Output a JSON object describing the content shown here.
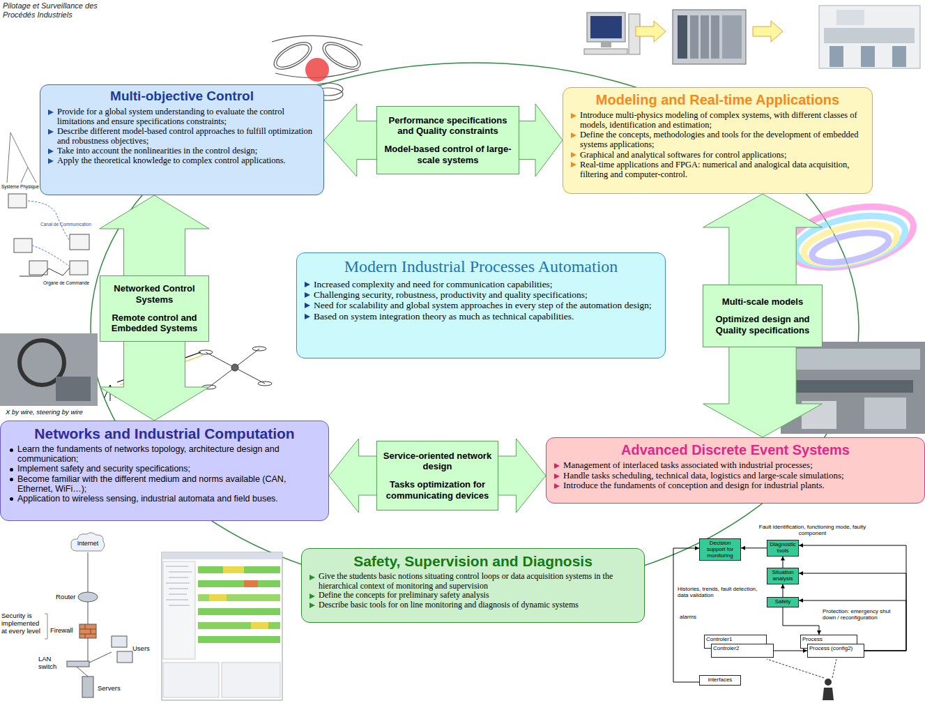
{
  "diagram": {
    "title": "Pilotage et Surveillance des Procédés Industriels",
    "nodes": [
      {
        "text": [
          "Multi-objective Control",
          "Provide for a global system understanding to evaluate the control limitations and ensure specifications constraints;",
          "Describe different model-based control approaches to fulfill optimization and robustness objectives;",
          "Take into account the nonlinearities in the control design;",
          "Apply the theoretical knowledge to complex control applications."
        ]
      },
      {
        "text": [
          "Modeling and Real-time Applications",
          "Introduce multi-physics modeling of complex systems, with different classes of models, identification and estimation;",
          "Define the concepts, methodologies and tools for the development of embedded systems applications;",
          "Graphical and analytical softwares for control applications;",
          "Real-time applications and FPGA: numerical and analogical data acquisition, filtering and computer-control."
        ]
      },
      {
        "text": [
          "Performance specifications and Quality constraints",
          "Model-based control of large-scale systems"
        ]
      },
      {
        "text": [
          "Modern Industrial Processes Automation",
          "Increased complexity and need for communication capabilities;",
          "Challenging security, robustness, productivity and quality specifications;",
          "Need for scalability and global system approaches in every step of the automation design;",
          "Based on system integration theory as much as technical capabilities."
        ]
      },
      {
        "text": [
          "Networked Control Systems",
          "Remote control and Embedded Systems"
        ]
      },
      {
        "text": [
          "Multi-scale models",
          "Optimized design and Quality specifications"
        ]
      },
      {
        "text": [
          "Networks and Industrial Computation",
          "Learn the fundaments of networks topology, architecture design and communication;",
          "Implement safety and security specifications;",
          "Become familiar with the different medium and norms available (CAN, Ethernet, WiFi…);",
          "Application to wireless sensing, industrial automata and field buses."
        ]
      },
      {
        "text": [
          "Service-oriented network design",
          "Tasks optimization for communicating devices"
        ]
      },
      {
        "text": [
          "Advanced Discrete Event Systems",
          "Management of interlaced tasks associated with industrial processes;",
          "Handle tasks scheduling, technical data, logistics and large-scale simulations;",
          "Introduce the fundaments of conception and design for industrial plants."
        ]
      },
      {
        "text": [
          "Safety, Supervision and Diagnosis",
          "Give the students basic notions situating control loops or data acquisition systems in the hierarchical context of monitoring and supervision",
          "Define the concepts for preliminary safety analysis",
          "Describe basic tools for on line monitoring and diagnosis of dynamic systems"
        ]
      },
      {
        "text": [
          "Decision support for monitoring"
        ]
      },
      {
        "text": [
          "Diagnostic tools"
        ]
      },
      {
        "text": [
          "Situation analysis"
        ]
      },
      {
        "text": [
          "Safety"
        ]
      },
      {
        "text": [
          "Controler1"
        ]
      },
      {
        "text": [
          "Controler2"
        ]
      },
      {
        "text": [
          "Process"
        ]
      },
      {
        "text": [
          "Process (config2)"
        ]
      },
      {
        "text": [
          "interfaces"
        ]
      },
      {
        "text": [
          "Internet"
        ]
      }
    ],
    "edges": [
      {
        "from": 2,
        "to": 0,
        "arrow": "to"
      },
      {
        "from": 2,
        "to": 1,
        "arrow": "to"
      },
      {
        "from": 4,
        "to": 0,
        "arrow": "to"
      },
      {
        "from": 4,
        "to": 6,
        "arrow": "to"
      },
      {
        "from": 5,
        "to": 1,
        "arrow": "to"
      },
      {
        "from": 5,
        "to": 8,
        "arrow": "to"
      },
      {
        "from": 7,
        "to": 6,
        "arrow": "to"
      },
      {
        "from": 7,
        "to": 8,
        "arrow": "to"
      },
      {
        "from": 11,
        "to": 10,
        "arrow": "to"
      },
      {
        "from": 12,
        "to": 11,
        "arrow": "to"
      },
      {
        "from": 13,
        "to": 12,
        "arrow": "to"
      },
      {
        "from": 15,
        "to": 17,
        "arrow": "to"
      },
      {
        "from": 17,
        "to": 11,
        "arrow": "to"
      },
      {
        "from": 17,
        "to": 12,
        "arrow": "to"
      },
      {
        "from": 17,
        "to": 13,
        "arrow": "to"
      },
      {
        "from": 13,
        "to": 16,
        "arrow": "to"
      },
      {
        "from": 18,
        "to": 10,
        "arrow": "to"
      }
    ],
    "labels": [
      "Système Physique",
      "Canal de Communication",
      "Organe de Commande",
      "X by wire, steering by wire",
      "Security is implemented at every level",
      "Router",
      "Firewall",
      "LAN switch",
      "Users",
      "Servers",
      "Fault identification, functioning mode, faulty component",
      "Histories, trends, fault detection, data validation",
      "alarms",
      "Protection: emergency shut down / reconfiguration"
    ]
  }
}
